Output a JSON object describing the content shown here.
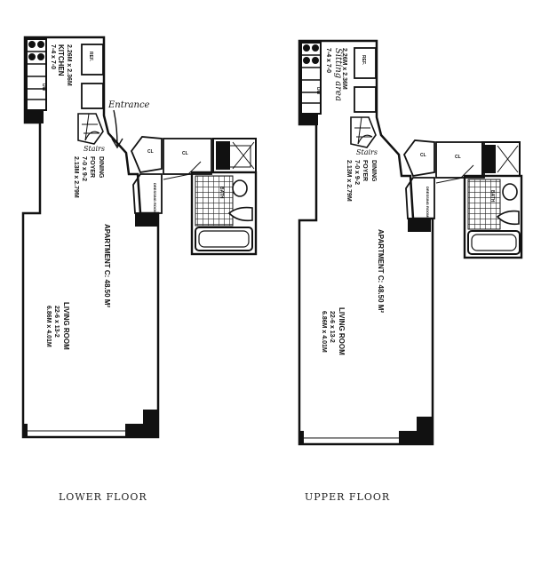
{
  "plans": [
    {
      "caption": "LOWER FLOOR",
      "kitchen": {
        "label": "KITCHEN",
        "dims_ft": "7-4 x 7-0",
        "dims_m": "2.26M x 2.36M"
      },
      "foyer": {
        "label1": "DINING",
        "label2": "FOYER",
        "dims_ft": "7-0 x 9-2",
        "dims_m": "2.13M x 2.79M"
      },
      "apartment": "APARTMENT C: 48.50 M²",
      "living": {
        "label": "LIVING ROOM",
        "dims_ft": "22-6 x 13-2",
        "dims_m": "6.86M x 4.01M"
      },
      "small": {
        "closet1": "CL",
        "closet2": "CL",
        "dressing": "DRESSING ROOM",
        "bath": "BATH",
        "ref": "REF.",
        "dw": "DW"
      },
      "handwritten": {
        "top": "",
        "stairs": "Stairs",
        "entrance": "Entrance"
      }
    },
    {
      "caption": "UPPER FLOOR",
      "kitchen": {
        "label": "Sitting area",
        "dims_ft": "7-4 x 7-0",
        "dims_m": "2.26M x 2.36M"
      },
      "foyer": {
        "label1": "DINING",
        "label2": "FOYER",
        "dims_ft": "7-0 x 9-2",
        "dims_m": "2.13M x 2.79M"
      },
      "apartment": "APARTMENT C: 48.50 M²",
      "living": {
        "label": "LIVING ROOM",
        "dims_ft": "22-6 x 13-2",
        "dims_m": "6.86M x 4.01M"
      },
      "small": {
        "closet1": "CL",
        "closet2": "CL",
        "dressing": "DRESSING ROOM",
        "bath": "BATH",
        "ref": "REF.",
        "dw": "DW"
      },
      "handwritten": {
        "top": "",
        "stairs": "Stairs",
        "entrance": ""
      }
    }
  ]
}
